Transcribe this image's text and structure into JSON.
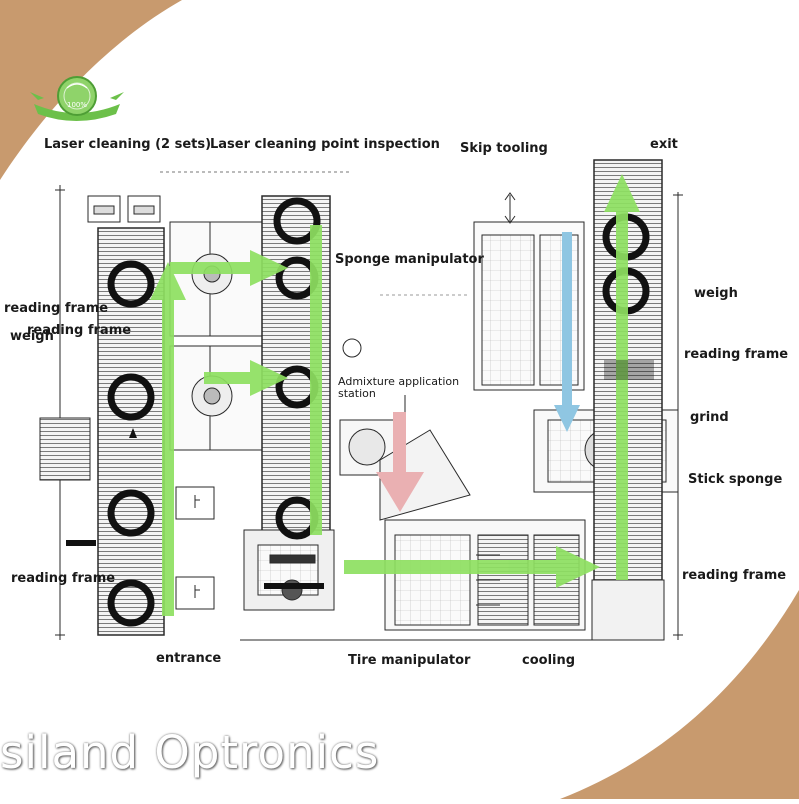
{
  "theme": {
    "corner_color": "#c89a6e",
    "arrow_green": "#8ee061",
    "arrow_blue": "#8fc6e2",
    "arrow_pink": "#eab0b2",
    "line_color": "#2a2a2a"
  },
  "labels": {
    "laser_cleaning": "Laser cleaning (2 sets)",
    "laser_inspection": "Laser cleaning point inspection",
    "skip_tooling": "Skip tooling",
    "exit": "exit",
    "sponge_manipulator": "Sponge manipulator",
    "reading_frame_left_top": "reading frame",
    "weigh_left": "weigh",
    "reading_frame_left_mid": "reading frame",
    "admixture_line1": "Admixture application",
    "admixture_line2": "station",
    "weigh_right": "weigh",
    "reading_frame_right_top": "reading frame",
    "grind": "grind",
    "stick_sponge": "Stick sponge",
    "reading_frame_right_bottom": "reading frame",
    "reading_frame_left_bottom": "reading frame",
    "entrance": "entrance",
    "tire_manipulator": "Tire manipulator",
    "cooling": "cooling"
  },
  "logo": {
    "text": "100%",
    "icon": "quality-seal-icon",
    "color": "#6cc04a"
  },
  "watermark": "siland Optronics"
}
